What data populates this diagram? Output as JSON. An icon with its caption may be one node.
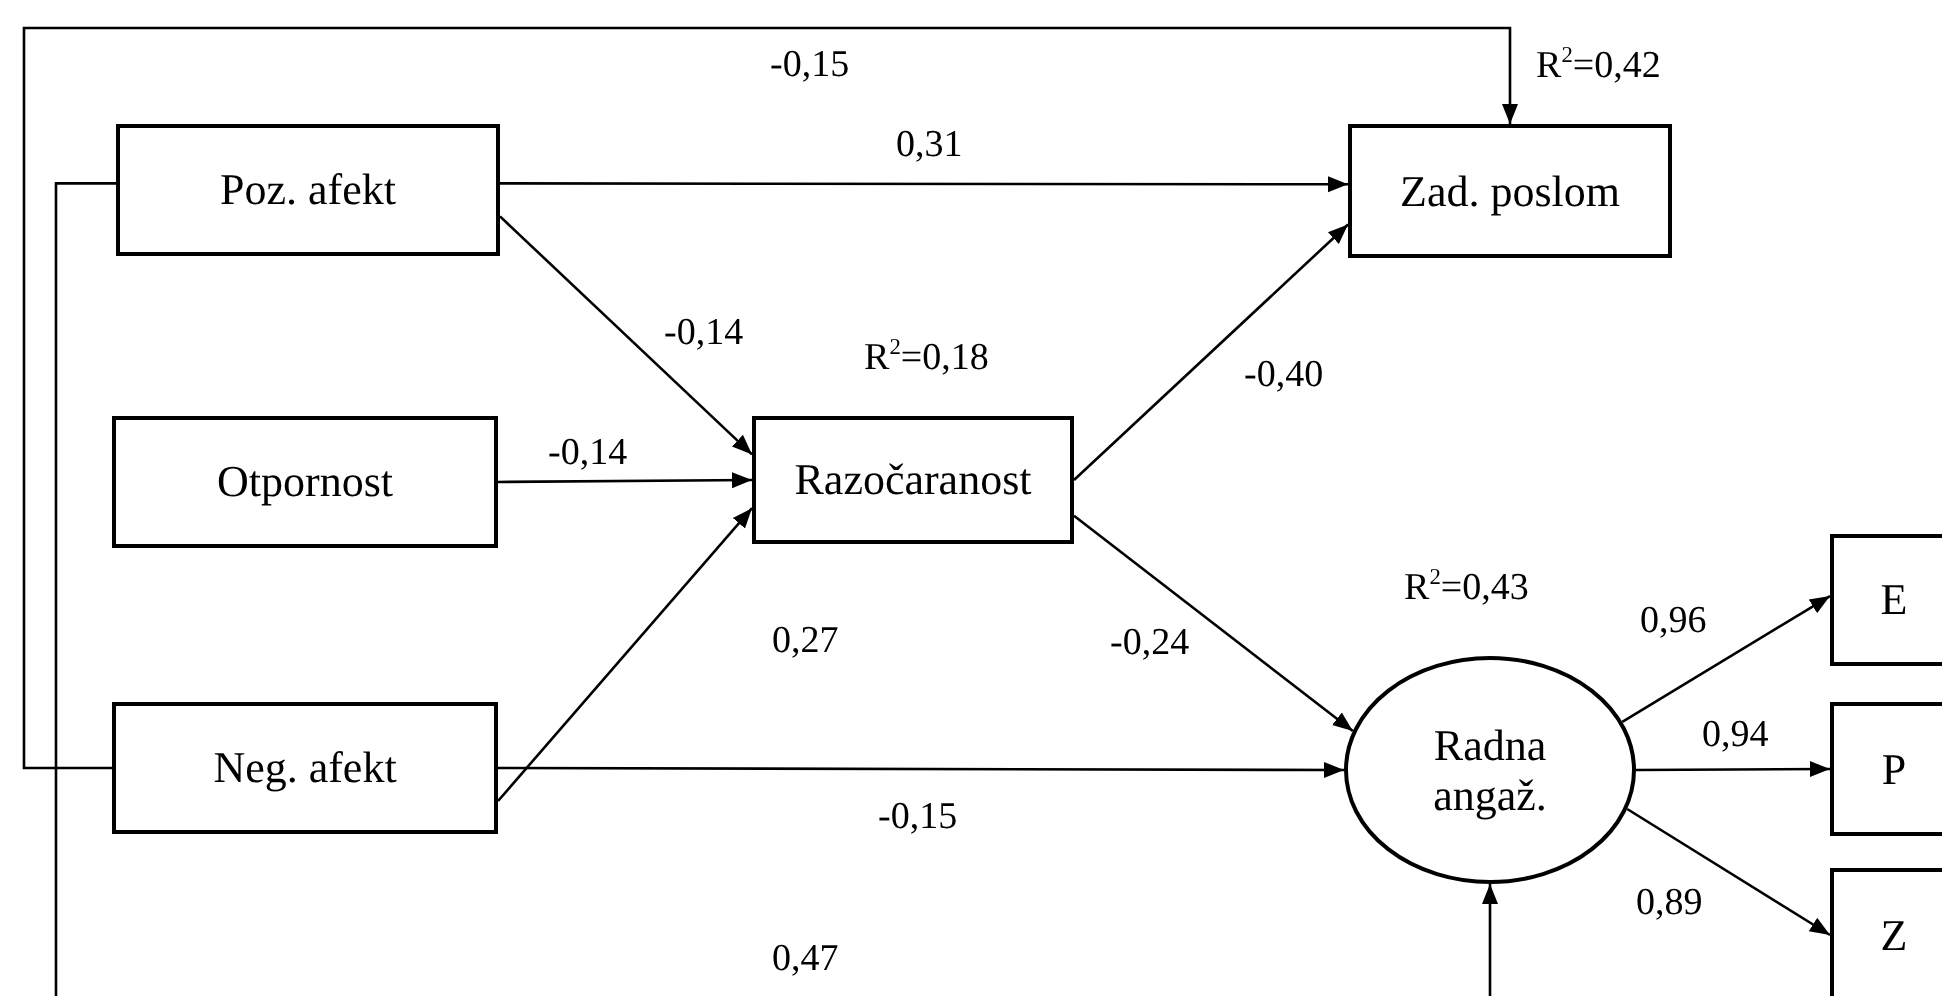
{
  "diagram": {
    "nodes": [
      {
        "text": [
          "Poz. afekt"
        ]
      },
      {
        "text": [
          "Otpornost"
        ]
      },
      {
        "text": [
          "Neg. afekt"
        ]
      },
      {
        "text": [
          "Razočaranost"
        ],
        "beside": [
          "R$^{2}$=0,18"
        ]
      },
      {
        "text": [
          "Zad. poslom"
        ],
        "beside": [
          "R$^{2}$=0,42"
        ]
      },
      {
        "text": [
          "Radna angaž."
        ],
        "beside": [
          "R$^{2}$=0,43"
        ]
      },
      {
        "text": [
          "E"
        ]
      },
      {
        "text": [
          "P"
        ]
      },
      {
        "text": [
          "Z"
        ]
      }
    ],
    "edges": [
      {
        "from": 0,
        "to": 4,
        "arrow": "to",
        "label": "0,31"
      },
      {
        "from": 2,
        "to": 4,
        "arrow": "to",
        "label": "-0,15"
      },
      {
        "from": 0,
        "to": 3,
        "arrow": "to",
        "label": "-0,14"
      },
      {
        "from": 1,
        "to": 3,
        "arrow": "to",
        "label": "-0,14"
      },
      {
        "from": 2,
        "to": 3,
        "arrow": "to",
        "label": "0,27"
      },
      {
        "from": 3,
        "to": 4,
        "arrow": "to",
        "label": "-0,40"
      },
      {
        "from": 3,
        "to": 5,
        "arrow": "to",
        "label": "-0,24"
      },
      {
        "from": 2,
        "to": 5,
        "arrow": "to",
        "label": "-0,15"
      },
      {
        "from": 0,
        "to": 5,
        "arrow": "to",
        "label": "0,47"
      },
      {
        "from": 5,
        "to": 6,
        "arrow": "to",
        "label": "0,96"
      },
      {
        "from": 5,
        "to": 7,
        "arrow": "to",
        "label": "0,94"
      },
      {
        "from": 5,
        "to": 8,
        "arrow": "to",
        "label": "0,89"
      }
    ]
  }
}
